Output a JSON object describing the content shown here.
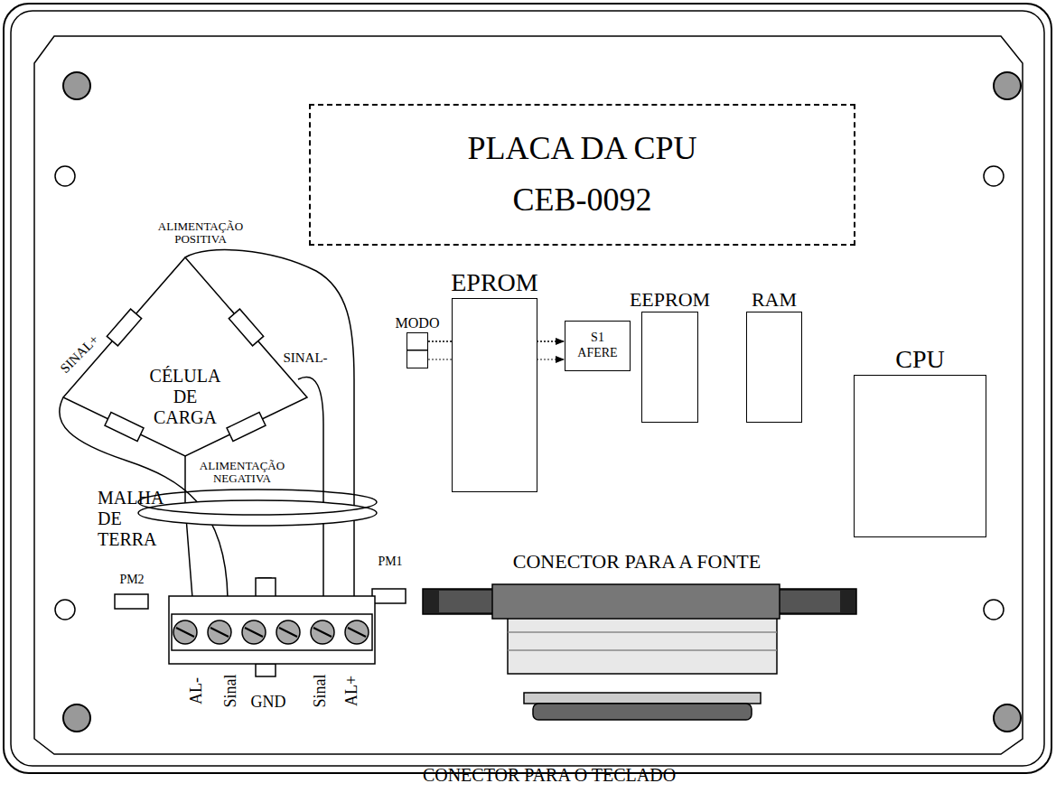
{
  "diagram": {
    "nodes": [
      {
        "text": [
          "PLACA DA CPU CEB-0092"
        ]
      },
      {
        "text": [
          "MODO"
        ]
      },
      {
        "text": [
          "EPROM"
        ]
      },
      {
        "text": [
          "S1 AFERE"
        ]
      },
      {
        "text": [
          "EEPROM"
        ]
      },
      {
        "text": [
          "RAM"
        ]
      },
      {
        "text": [
          "CPU"
        ]
      },
      {
        "text": [
          "CÉLULA DE CARGA"
        ]
      }
    ],
    "edges": [
      {
        "from": 1,
        "to": 3,
        "arrow": "to"
      },
      {
        "from": 1,
        "to": 3,
        "arrow": "to"
      }
    ],
    "labels": [
      "ALIMENTAÇÃO POSITIVA",
      "SINAL+",
      "SINAL-",
      "ALIMENTAÇÃO NEGATIVA",
      "MALHA DE TERRA",
      "PM2",
      "PM1",
      "CONECTOR PARA A FONTE",
      "AL-",
      "Sinal",
      "GND",
      "Sinal",
      "AL+",
      "CONECTOR PARA O TECLADO"
    ]
  }
}
